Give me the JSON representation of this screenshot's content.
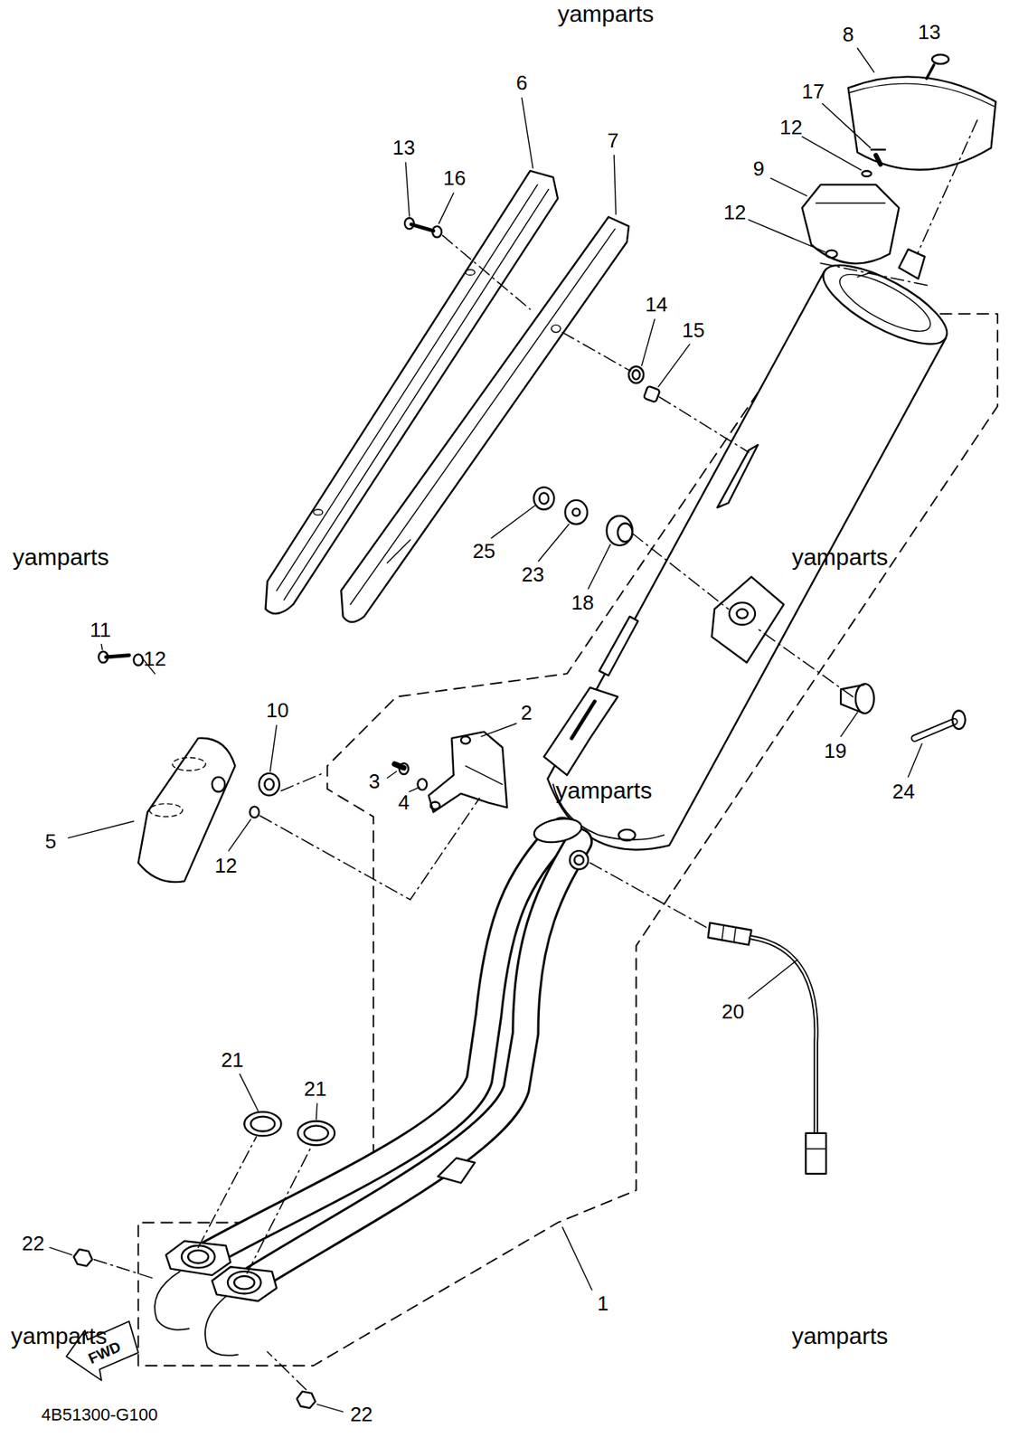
{
  "diagram": {
    "labels": [
      "yamparts",
      "8",
      "13",
      "6",
      "7",
      "17",
      "12",
      "13",
      "9",
      "16",
      "12",
      "14",
      "15",
      "25",
      "yamparts",
      "yamparts",
      "23",
      "18",
      "11",
      "12",
      "10",
      "2",
      "19",
      "3",
      "yamparts",
      "24",
      "4",
      "5",
      "12",
      "20",
      "21",
      "21",
      "22",
      "1",
      "yamparts",
      "yamparts",
      "FWD",
      "4B51300-G100",
      "22"
    ]
  }
}
